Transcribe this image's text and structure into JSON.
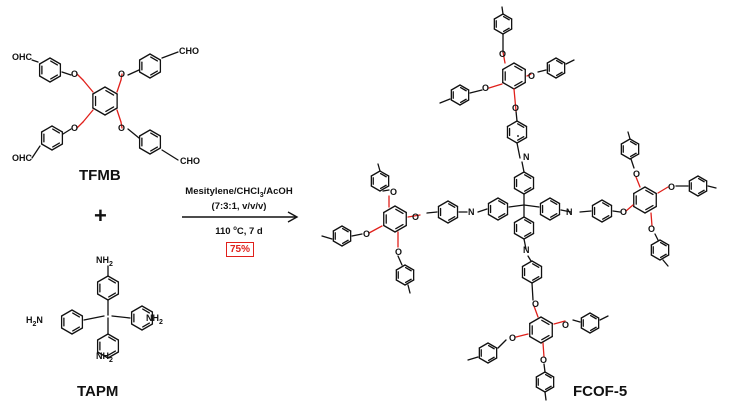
{
  "reactant1": {
    "name": "TFMB",
    "substituent_top_left": "OHC",
    "substituent_top_right": "CHO",
    "substituent_bottom_left": "OHC",
    "substituent_bottom_right": "CHO",
    "ether_atoms": [
      "O",
      "O",
      "O",
      "O"
    ]
  },
  "plus_sign": "+",
  "reactant2": {
    "name": "TAPM",
    "amine_top": "NH",
    "amine_left": "HN",
    "amine_right": "NH",
    "amine_bottom": "NH",
    "subscript": "2"
  },
  "conditions": {
    "line1_prefix": "Mesitylene/CHCl",
    "line1_sub": "3",
    "line1_suffix": "/AcOH",
    "line2": "(7:3:1, v/v/v)",
    "line3_prefix": "110 ",
    "line3_sup": "o",
    "line3_suffix": "C, 7 d",
    "yield": "75%"
  },
  "product": {
    "name": "FCOF-5",
    "imine_atoms": [
      "N",
      "N",
      "N",
      "N"
    ],
    "ether_atom": "O"
  },
  "colors": {
    "bond": "#111111",
    "highlight": "#e0201b"
  }
}
